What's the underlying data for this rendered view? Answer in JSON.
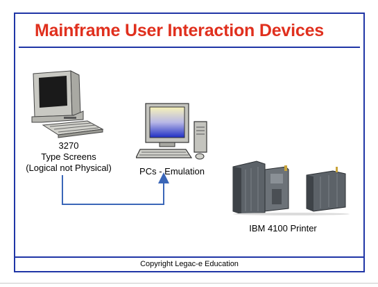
{
  "title": "Mainframe User Interaction Devices",
  "devices": {
    "terminal": {
      "line1": "3270",
      "line2": "Type Screens",
      "line3": "(Logical not Physical)",
      "icon": "computer-terminal-icon"
    },
    "pc": {
      "label": "PCs - Emulation",
      "icon": "desktop-pc-icon"
    },
    "printer": {
      "label": "IBM 4100 Printer",
      "icon": "printer-icon"
    }
  },
  "footer": "Copyright Legac-e Education",
  "colors": {
    "title": "#e0301e",
    "frame": "#1f35a6",
    "arrow": "#3a66b8"
  }
}
